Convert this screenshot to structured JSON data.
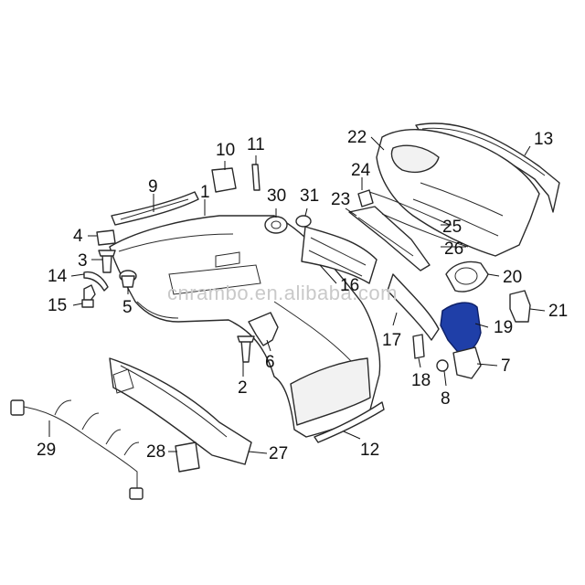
{
  "diagram": {
    "watermark": "cnrambo.en.alibaba.com",
    "highlight_color": "#1f3fa8",
    "line_color": "#2a2a2a",
    "callouts": {
      "c1": "1",
      "c2": "2",
      "c3": "3",
      "c4": "4",
      "c5": "5",
      "c6": "6",
      "c7": "7",
      "c8": "8",
      "c9": "9",
      "c10": "10",
      "c11": "11",
      "c12": "12",
      "c13": "13",
      "c14": "14",
      "c15": "15",
      "c16": "16",
      "c17": "17",
      "c18": "18",
      "c19": "19",
      "c20": "20",
      "c21": "21",
      "c22": "22",
      "c23": "23",
      "c24": "24",
      "c25": "25",
      "c26": "26",
      "c27": "27",
      "c28": "28",
      "c29": "29",
      "c30": "30",
      "c31": "31"
    }
  }
}
